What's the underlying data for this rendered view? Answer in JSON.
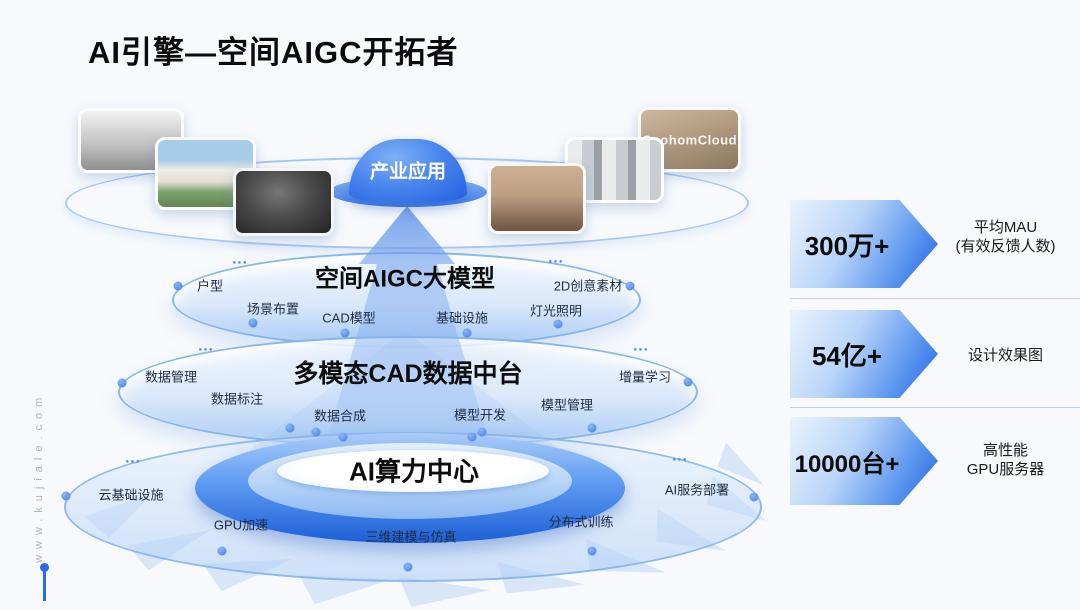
{
  "slide": {
    "title": "AI引擎—空间AIGC开拓者",
    "watermark": "www.kujiale.com",
    "ellipsis": "...",
    "apex": {
      "label": "产业应用"
    },
    "images": [
      {
        "name": "office-interior-render"
      },
      {
        "name": "villa-exterior-render"
      },
      {
        "name": "bedroom-depth-render"
      },
      {
        "name": "coohom-cloud-render",
        "overlay_text": "CoohomCloud"
      },
      {
        "name": "kitchen-cabinet-render"
      },
      {
        "name": "living-room-render"
      }
    ],
    "layers": [
      {
        "title": "空间AIGC大模型",
        "items": [
          "户型",
          "场景布置",
          "CAD模型",
          "基础设施",
          "灯光照明",
          "2D创意素材"
        ]
      },
      {
        "title": "多模态CAD数据中台",
        "items": [
          "数据管理",
          "数据标注",
          "数据合成",
          "模型开发",
          "模型管理",
          "增量学习"
        ]
      },
      {
        "title": "AI算力中心",
        "items": [
          "云基础设施",
          "GPU加速",
          "三维建模与仿真",
          "分布式训练",
          "AI服务部署"
        ]
      }
    ],
    "stats": [
      {
        "value": "300万+",
        "label_lines": [
          "平均MAU",
          "(有效反馈人数)"
        ]
      },
      {
        "value": "54亿+",
        "label_lines": [
          "设计效果图"
        ]
      },
      {
        "value": "10000台+",
        "label_lines": [
          "高性能",
          "GPU服务器"
        ]
      }
    ],
    "colors": {
      "accent_blue": "#2e6ae3",
      "deep_blue": "#1d5fd6",
      "light_blue": "#cfe3fa",
      "ellipse_stroke": "#7fb0ea",
      "dot_blue": "#3f7de8",
      "text_dark": "#0b0b0b",
      "label_color": "#222d44",
      "watermark_gray": "#a8b4c6",
      "background": "#f7f9fc"
    }
  }
}
